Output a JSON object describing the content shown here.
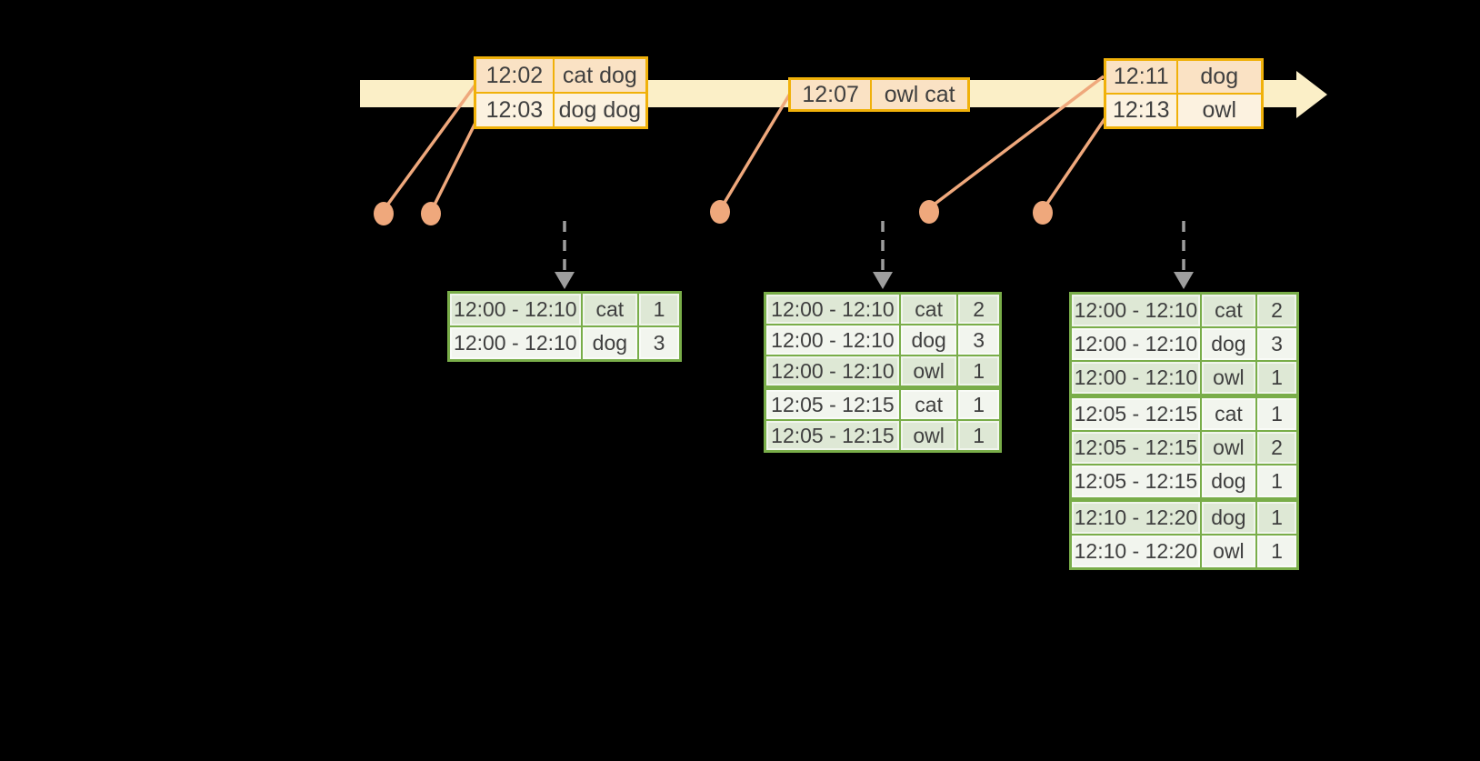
{
  "colors": {
    "background": "#000000",
    "timeline_band": "#FBEFC7",
    "event_border": "#F0B10A",
    "event_row_fill": "#FAE2C4",
    "event_row_alt_fill": "#FCF2E0",
    "event_marker": "#EFA87C",
    "table_border": "#79AD49",
    "table_row_fill": "#DEE8D5",
    "table_row_alt_fill": "#F2F5EE",
    "trigger_arrow": "#9E9E9E",
    "text": "#3F3F3F"
  },
  "icons": {
    "timeline_arrow": "right-arrow",
    "trigger_arrow": "dashed-down-arrow",
    "event_marker": "dot"
  },
  "timeline": {
    "events": [
      {
        "time": "12:02",
        "words": "cat dog"
      },
      {
        "time": "12:03",
        "words": "dog dog"
      },
      {
        "time": "12:07",
        "words": "owl cat"
      },
      {
        "time": "12:11",
        "words": "dog"
      },
      {
        "time": "12:13",
        "words": "owl"
      }
    ]
  },
  "result_tables": [
    {
      "rows": [
        {
          "window": "12:00 - 12:10",
          "word": "cat",
          "count": "1"
        },
        {
          "window": "12:00 - 12:10",
          "word": "dog",
          "count": "3"
        }
      ]
    },
    {
      "rows": [
        {
          "window": "12:00 - 12:10",
          "word": "cat",
          "count": "2"
        },
        {
          "window": "12:00 - 12:10",
          "word": "dog",
          "count": "3"
        },
        {
          "window": "12:00 - 12:10",
          "word": "owl",
          "count": "1"
        },
        {
          "window": "12:05 - 12:15",
          "word": "cat",
          "count": "1"
        },
        {
          "window": "12:05 - 12:15",
          "word": "owl",
          "count": "1"
        }
      ]
    },
    {
      "rows": [
        {
          "window": "12:00 - 12:10",
          "word": "cat",
          "count": "2"
        },
        {
          "window": "12:00 - 12:10",
          "word": "dog",
          "count": "3"
        },
        {
          "window": "12:00 - 12:10",
          "word": "owl",
          "count": "1"
        },
        {
          "window": "12:05 - 12:15",
          "word": "cat",
          "count": "1"
        },
        {
          "window": "12:05 - 12:15",
          "word": "owl",
          "count": "2"
        },
        {
          "window": "12:05 - 12:15",
          "word": "dog",
          "count": "1"
        },
        {
          "window": "12:10 - 12:20",
          "word": "dog",
          "count": "1"
        },
        {
          "window": "12:10 - 12:20",
          "word": "owl",
          "count": "1"
        }
      ]
    }
  ]
}
